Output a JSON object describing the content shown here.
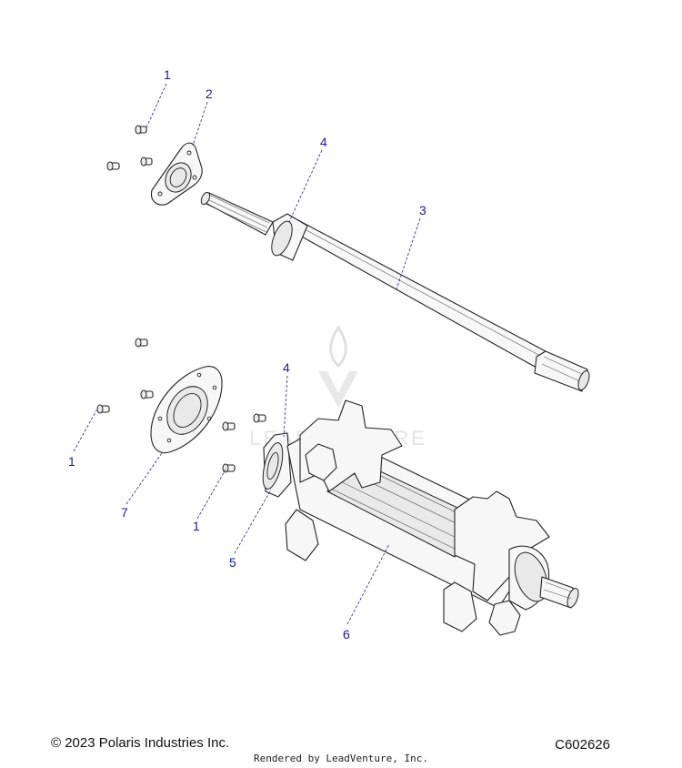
{
  "watermark": {
    "text": "LEADVENTURE",
    "color": "#c8c8c8"
  },
  "callouts": [
    {
      "id": "callout-1-top",
      "text": "1"
    },
    {
      "id": "callout-2",
      "text": "2"
    },
    {
      "id": "callout-4-top",
      "text": "4"
    },
    {
      "id": "callout-3",
      "text": "3"
    },
    {
      "id": "callout-4-mid",
      "text": "4"
    },
    {
      "id": "callout-1-left",
      "text": "1"
    },
    {
      "id": "callout-7",
      "text": "7"
    },
    {
      "id": "callout-1-mid",
      "text": "1"
    },
    {
      "id": "callout-5",
      "text": "5"
    },
    {
      "id": "callout-6",
      "text": "6"
    }
  ],
  "footer": {
    "copyright": "© 2023 Polaris Industries Inc.",
    "code": "C602626",
    "rendered_by": "Rendered by LeadVenture, Inc."
  },
  "colors": {
    "callout": "#1a1aa8",
    "line": "#222222"
  }
}
